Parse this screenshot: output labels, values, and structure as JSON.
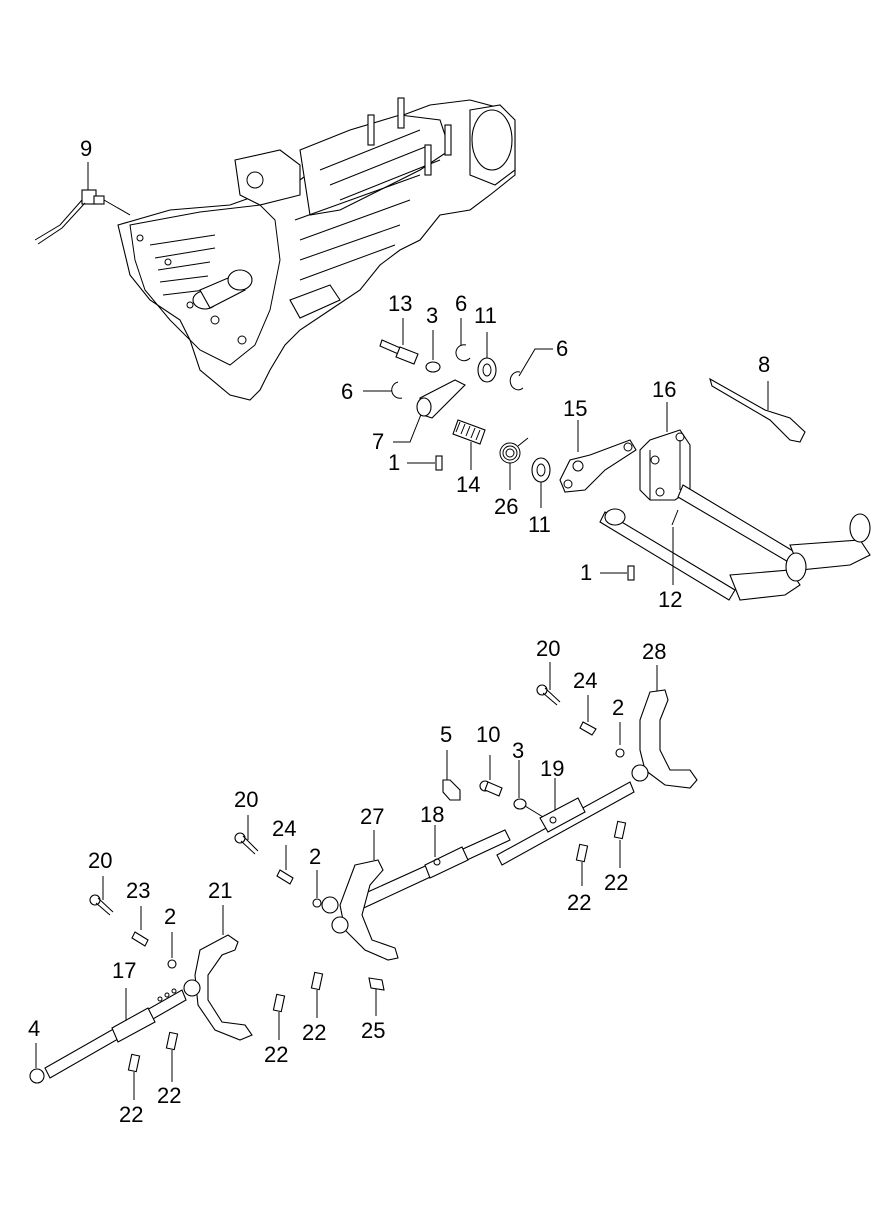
{
  "diagram": {
    "type": "exploded-parts-diagram",
    "subject": "manual transmission shift rail / shift fork assembly",
    "ink_color": "#000000",
    "background_color": "#ffffff"
  },
  "callouts": [
    {
      "id": "c9",
      "label": "9"
    },
    {
      "id": "c13",
      "label": "13"
    },
    {
      "id": "c3a",
      "label": "3"
    },
    {
      "id": "c6a",
      "label": "6"
    },
    {
      "id": "c11a",
      "label": "11"
    },
    {
      "id": "c6b",
      "label": "6"
    },
    {
      "id": "c6c",
      "label": "6"
    },
    {
      "id": "c7",
      "label": "7"
    },
    {
      "id": "c1a",
      "label": "1"
    },
    {
      "id": "c14",
      "label": "14"
    },
    {
      "id": "c26",
      "label": "26"
    },
    {
      "id": "c11b",
      "label": "11"
    },
    {
      "id": "c15",
      "label": "15"
    },
    {
      "id": "c16",
      "label": "16"
    },
    {
      "id": "c8",
      "label": "8"
    },
    {
      "id": "c1b",
      "label": "1"
    },
    {
      "id": "c12",
      "label": "12"
    },
    {
      "id": "c20a",
      "label": "20"
    },
    {
      "id": "c24a",
      "label": "24"
    },
    {
      "id": "c28",
      "label": "28"
    },
    {
      "id": "c2a",
      "label": "2"
    },
    {
      "id": "c5",
      "label": "5"
    },
    {
      "id": "c10",
      "label": "10"
    },
    {
      "id": "c3b",
      "label": "3"
    },
    {
      "id": "c19",
      "label": "19"
    },
    {
      "id": "c18",
      "label": "18"
    },
    {
      "id": "c22a",
      "label": "22"
    },
    {
      "id": "c22b",
      "label": "22"
    },
    {
      "id": "c20b",
      "label": "20"
    },
    {
      "id": "c24b",
      "label": "24"
    },
    {
      "id": "c27",
      "label": "27"
    },
    {
      "id": "c2b",
      "label": "2"
    },
    {
      "id": "c20c",
      "label": "20"
    },
    {
      "id": "c23",
      "label": "23"
    },
    {
      "id": "c2c",
      "label": "2"
    },
    {
      "id": "c21",
      "label": "21"
    },
    {
      "id": "c17",
      "label": "17"
    },
    {
      "id": "c4",
      "label": "4"
    },
    {
      "id": "c22c",
      "label": "22"
    },
    {
      "id": "c22d",
      "label": "22"
    },
    {
      "id": "c22e",
      "label": "22"
    },
    {
      "id": "c22f",
      "label": "22"
    },
    {
      "id": "c25",
      "label": "25"
    }
  ]
}
